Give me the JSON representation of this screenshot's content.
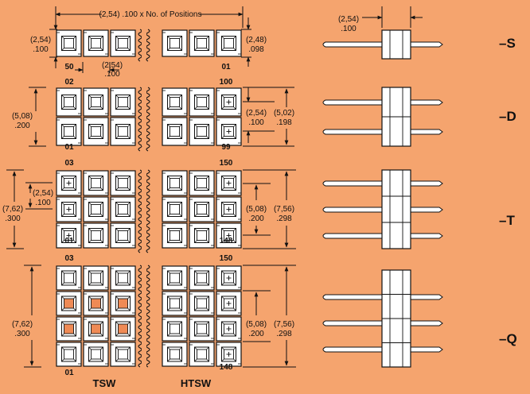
{
  "colors": {
    "background": "#f5a46e",
    "body": "#ffffff",
    "line": "#111111",
    "accent": "#ef8a55"
  },
  "top": {
    "positions_label": "(2,54) .100 x No. of Positions",
    "pitch_left_mm": "(2,54)",
    "pitch_left_in": ".100",
    "height_right_mm": "(2,48)",
    "height_right_in": ".098",
    "pitch_mid_mm": "(2,54)",
    "pitch_mid_in": ".100",
    "pin_50": "50",
    "pin_01": "01"
  },
  "dual": {
    "pin_02": "02",
    "pin_100": "100",
    "pin_01": "01",
    "pin_99": "99",
    "left_mm": "(5,08)",
    "left_in": ".200",
    "row_mm": "(2,54)",
    "row_in": ".100",
    "right_mm": "(5,02)",
    "right_in": ".198"
  },
  "triple": {
    "pin_03": "03",
    "pin_150": "150",
    "pin_01": "01",
    "pin_148": "148",
    "left_mm": "(7,62)",
    "left_in": ".300",
    "row_mm": "(2,54)",
    "row_in": ".100",
    "inner_mm": "(5,08)",
    "inner_in": ".200",
    "outer_mm": "(7,56)",
    "outer_in": ".298"
  },
  "quad": {
    "pin_03": "03",
    "pin_150": "150",
    "pin_01": "01",
    "pin_148": "148",
    "left_mm": "(7,62)",
    "left_in": ".300",
    "inner_mm": "(5,08)",
    "inner_in": ".200",
    "outer_mm": "(7,56)",
    "outer_in": ".298"
  },
  "side": {
    "pitch_mm": "(2,54)",
    "pitch_in": ".100"
  },
  "series_labels": {
    "tsw": "TSW",
    "htsw": "HTSW"
  },
  "row_labels": {
    "s": "–S",
    "d": "–D",
    "t": "–T",
    "q": "–Q"
  }
}
